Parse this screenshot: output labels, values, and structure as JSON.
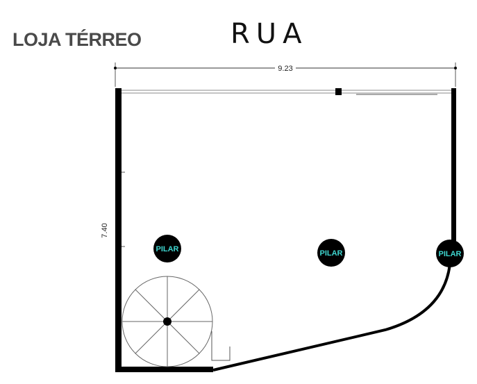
{
  "title": "LOJA TÉRREO",
  "street_label": "RUA",
  "dimensions": {
    "width": "9.23",
    "depth": "7.40"
  },
  "pillars": [
    {
      "label": "PILAR"
    },
    {
      "label": "PILAR"
    },
    {
      "label": "PILAR"
    }
  ],
  "colors": {
    "pillar_text": "#3fd6d0",
    "wall": "#000000",
    "title": "#4a4a4a"
  }
}
